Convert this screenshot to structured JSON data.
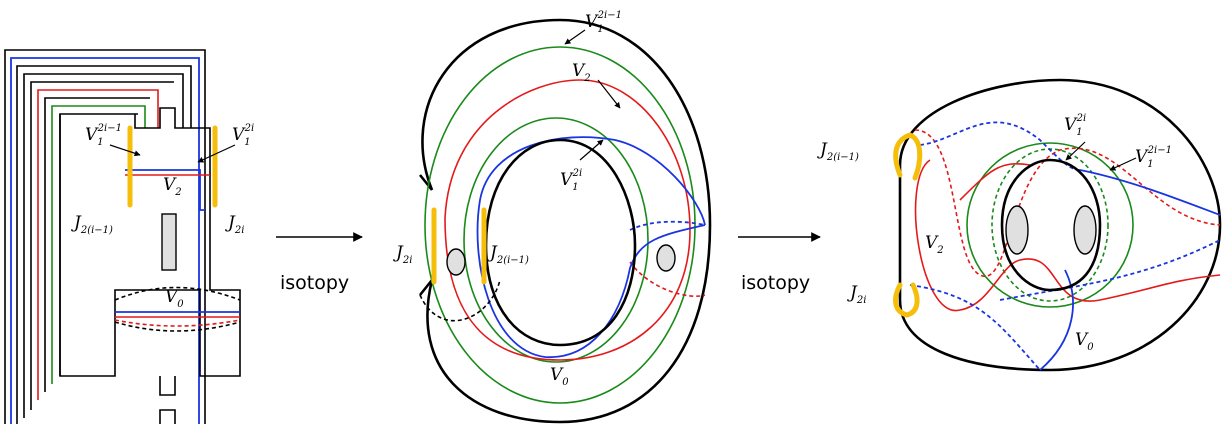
{
  "colors": {
    "V0": "#1a35e0",
    "V2": "#e41a1a",
    "V1": "#1a8a1a",
    "J": "#f5be0b",
    "boundary": "#000000"
  },
  "arrows": {
    "first": "isotopy",
    "second": "isotopy"
  },
  "panel_left": {
    "V1_2i_minus_1": {
      "base": "V",
      "sub": "1",
      "sup": "2i−1"
    },
    "V1_2i": {
      "base": "V",
      "sub": "1",
      "sup": "2i"
    },
    "V2": {
      "base": "V",
      "sub": "2"
    },
    "V0": {
      "base": "V",
      "sub": "0"
    },
    "J_2i_minus_1": {
      "base": "J",
      "sub": "2(i−1)"
    },
    "J_2i": {
      "base": "J",
      "sub": "2i"
    }
  },
  "panel_middle": {
    "V1_2i_minus_1": {
      "base": "V",
      "sub": "1",
      "sup": "2i−1"
    },
    "V2": {
      "base": "V",
      "sub": "2"
    },
    "V1_2i": {
      "base": "V",
      "sub": "1",
      "sup": "2i"
    },
    "J_2i": {
      "base": "J",
      "sub": "2i"
    },
    "J_2i_minus_1": {
      "base": "J",
      "sub": "2(i−1)"
    },
    "V0": {
      "base": "V",
      "sub": "0"
    }
  },
  "panel_right": {
    "J_2i_minus_1": {
      "base": "J",
      "sub": "2(i−1)"
    },
    "V1_2i": {
      "base": "V",
      "sub": "1",
      "sup": "2i"
    },
    "V1_2i_minus_1": {
      "base": "V",
      "sub": "1",
      "sup": "2i−1"
    },
    "V2": {
      "base": "V",
      "sub": "2"
    },
    "J_2i": {
      "base": "J",
      "sub": "2i"
    },
    "V0": {
      "base": "V",
      "sub": "0"
    }
  }
}
